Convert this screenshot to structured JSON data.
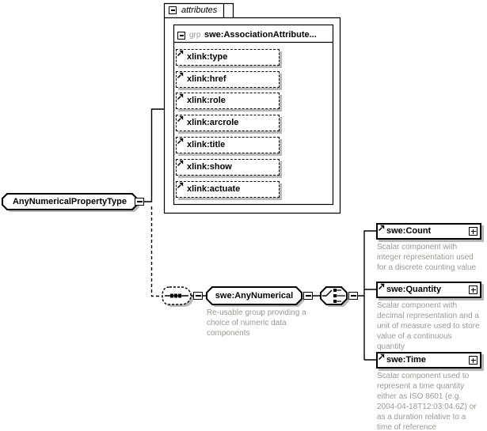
{
  "diagram": {
    "root_type": {
      "label": "AnyNumericalPropertyType"
    },
    "attributes_panel": {
      "tab_label": "attributes",
      "group": {
        "kind": "grp",
        "label": "swe:AssociationAttribute..."
      },
      "attributes": [
        "xlink:type",
        "xlink:href",
        "xlink:role",
        "xlink:arcrole",
        "xlink:title",
        "xlink:show",
        "xlink:actuate"
      ]
    },
    "content_model": {
      "group_ref": {
        "label": "swe:AnyNumerical",
        "annotation": "Re-usable group providing a\nchoice of numeric data\ncomponents"
      },
      "choice_elements": [
        {
          "label": "swe:Count",
          "annotation": "Scalar component with\ninteger representation used\nfor a discrete counting value"
        },
        {
          "label": "swe:Quantity",
          "annotation": "Scalar component with\ndecimal representation and a\nunit of measure used to store\nvalue of a continuous\nquantity"
        },
        {
          "label": "swe:Time",
          "annotation": "Scalar component used to\nrepresent a time quantity\neither as ISO 8601 (e.g.\n2004-04-18T12:03:04.6Z) or\nas a duration relative to a\ntime of reference"
        }
      ]
    },
    "colors": {
      "annotation_text": "#9a9a93",
      "shadow": "#b8b8b8",
      "line": "#000000",
      "background": "#ffffff"
    }
  }
}
